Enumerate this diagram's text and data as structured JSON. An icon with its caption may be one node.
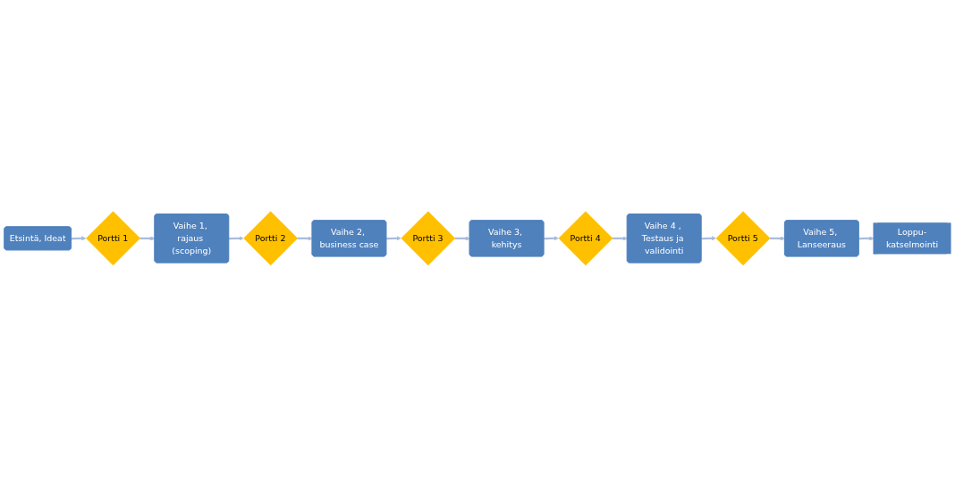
{
  "diagram": {
    "nodes": [
      {
        "text": [
          "Etsintä, Ideat"
        ]
      },
      {
        "text": [
          "Portti 1"
        ]
      },
      {
        "text": [
          "Vaihe 1, rajaus (scoping)"
        ]
      },
      {
        "text": [
          "Portti 2"
        ]
      },
      {
        "text": [
          "Vaihe 2, business case"
        ]
      },
      {
        "text": [
          "Portti 3"
        ]
      },
      {
        "text": [
          "Vaihe 3, kehitys"
        ]
      },
      {
        "text": [
          "Portti 4"
        ]
      },
      {
        "text": [
          "Vaihe 4 , Testaus ja validointi"
        ]
      },
      {
        "text": [
          "Portti 5"
        ]
      },
      {
        "text": [
          "Vaihe 5, Lanseeraus"
        ]
      },
      {
        "text": [
          "Loppu-katselmointi"
        ]
      }
    ],
    "edges": [
      {
        "from": 0,
        "to": 1,
        "arrow": "to"
      },
      {
        "from": 1,
        "to": 2,
        "arrow": "to"
      },
      {
        "from": 2,
        "to": 3,
        "arrow": "to"
      },
      {
        "from": 3,
        "to": 4,
        "arrow": "to"
      },
      {
        "from": 4,
        "to": 5,
        "arrow": "to"
      },
      {
        "from": 5,
        "to": 6,
        "arrow": "to"
      },
      {
        "from": 6,
        "to": 7,
        "arrow": "to"
      },
      {
        "from": 7,
        "to": 8,
        "arrow": "to"
      },
      {
        "from": 8,
        "to": 9,
        "arrow": "to"
      },
      {
        "from": 9,
        "to": 10,
        "arrow": "to"
      },
      {
        "from": 10,
        "to": 11,
        "arrow": "to"
      }
    ]
  }
}
